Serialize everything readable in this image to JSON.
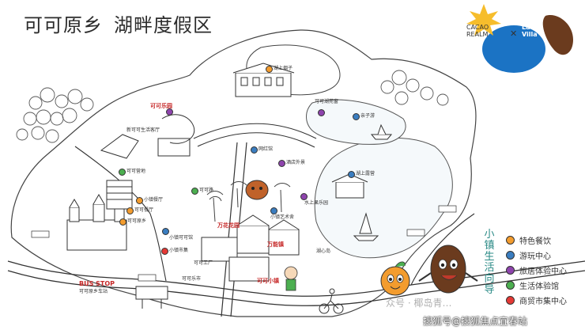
{
  "title": {
    "line1": "可可原乡",
    "line2": "湖畔度假区"
  },
  "brand": {
    "left_line1": "CACAO",
    "left_line2": "REALM",
    "separator": "✕",
    "right_line1": "Lake",
    "right_line2": "Villa"
  },
  "colors": {
    "orange": "#f39c2e",
    "blue": "#3a7dc0",
    "purple": "#8e44ad",
    "green": "#4caf50",
    "red": "#e53935",
    "teal_title": "#2a8a86",
    "logo_yellow": "#f6bd2c",
    "logo_blue": "#1b73c4",
    "logo_brown": "#6b3b1e"
  },
  "map_labels": [
    {
      "text": "湖上烟子",
      "pin": "orange"
    },
    {
      "text": "可可湖苑窗",
      "pin": "purple"
    },
    {
      "text": "亲子游",
      "pin": "blue"
    },
    {
      "text": "网红馆",
      "pin": "blue"
    },
    {
      "text": "酒店外景",
      "pin": "purple"
    },
    {
      "text": "湖上露营",
      "pin": "blue"
    },
    {
      "text": "水上果乐园",
      "pin": "purple"
    },
    {
      "text": "新可可生活客厅",
      "pin": "purple"
    },
    {
      "text": "可可营地",
      "pin": "green"
    },
    {
      "text": "可可路",
      "pin": "green"
    },
    {
      "text": "小镇艺术舍",
      "pin": "blue"
    },
    {
      "text": "小镇餐厅",
      "pin": "orange"
    },
    {
      "text": "可可餐厅",
      "pin": "orange"
    },
    {
      "text": "可可原乡",
      "pin": "orange"
    },
    {
      "text": "小镇可可馆",
      "pin": "blue"
    },
    {
      "text": "小镇市集",
      "pin": "red"
    },
    {
      "text": "万花花园",
      "pin": "none"
    },
    {
      "text": "万能镇",
      "pin": "none"
    },
    {
      "text": "湖心岛",
      "pin": "none"
    },
    {
      "text": "可可乐园",
      "pin": "none"
    },
    {
      "text": "可可小镇",
      "pin": "none"
    },
    {
      "text": "可可工厂",
      "pin": "none"
    },
    {
      "text": "可可乐市",
      "pin": "none"
    }
  ],
  "bus_stop": {
    "label": "BUS STOP",
    "sub": "可可原乡车站"
  },
  "legend": {
    "title": "小镇生活向导",
    "items": [
      {
        "label": "特色餐饮",
        "color": "orange"
      },
      {
        "label": "游玩中心",
        "color": "blue"
      },
      {
        "label": "旅居体验中心",
        "color": "purple"
      },
      {
        "label": "生活体验馆",
        "color": "green"
      },
      {
        "label": "商贸市集中心",
        "color": "red"
      }
    ]
  },
  "watermark": "众号 · 椰岛青…",
  "footer": "搜狐号@搜狐焦点宜春站"
}
